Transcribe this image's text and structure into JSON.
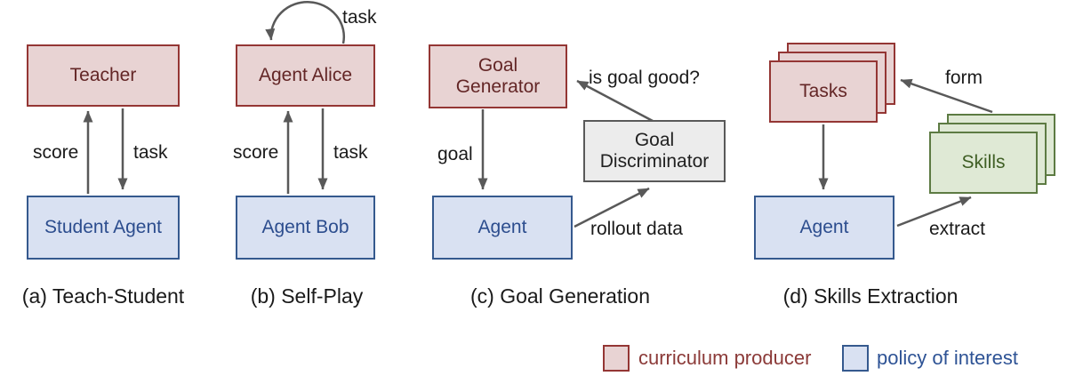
{
  "figure": {
    "type": "diagram",
    "description_colors": {
      "curriculum_fill": "#e8d3d3",
      "curriculum_border": "#943634",
      "policy_fill": "#d9e1f2",
      "policy_border": "#35598e",
      "skills_fill": "#dfe9d5",
      "skills_border": "#5d7b43",
      "discriminator_fill": "#ececec",
      "discriminator_border": "#595959",
      "arrow": "#595959"
    }
  },
  "panels": [
    {
      "id": "a",
      "caption": "(a) Teach-Student",
      "nodes": {
        "teacher": "Teacher",
        "student": "Student Agent"
      },
      "edges": {
        "score": "score",
        "task": "task"
      }
    },
    {
      "id": "b",
      "caption": "(b) Self-Play",
      "nodes": {
        "alice": "Agent Alice",
        "bob": "Agent Bob"
      },
      "edges": {
        "self_task": "task",
        "score": "score",
        "task": "task"
      }
    },
    {
      "id": "c",
      "caption": "(c) Goal Generation",
      "nodes": {
        "generator": "Goal Generator",
        "discriminator": "Goal Discriminator",
        "agent": "Agent"
      },
      "edges": {
        "goal": "goal",
        "is_goal_good": "is goal good?",
        "rollout": "rollout data"
      }
    },
    {
      "id": "d",
      "caption": "(d) Skills Extraction",
      "nodes": {
        "tasks": "Tasks",
        "skills": "Skills",
        "agent": "Agent"
      },
      "edges": {
        "form": "form",
        "extract": "extract"
      }
    }
  ],
  "legend": {
    "items": [
      {
        "label": "curriculum producer",
        "color": "#943634"
      },
      {
        "label": "policy of interest",
        "color": "#35598e"
      }
    ]
  }
}
